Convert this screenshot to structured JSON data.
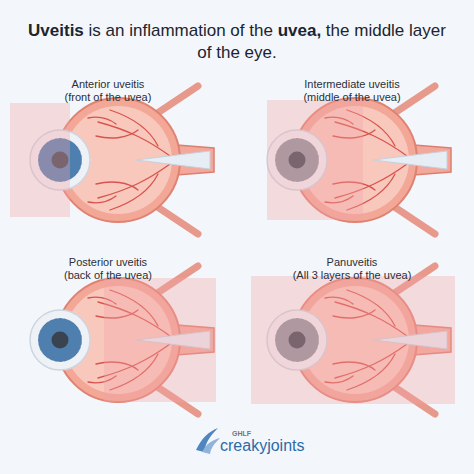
{
  "diagram": {
    "title": "Uveitis is an inflammation of the uvea, the middle layer of the eye.",
    "labels": [
      "Anterior uveitis",
      "(front of the uvea)",
      "Intermediate uveitis",
      "(middle of the uvea)",
      "Posterior uveitis",
      "(back of the uvea)",
      "Panuveitis",
      "(All 3 layers of the uvea)",
      "GHLF",
      "creakyjoints"
    ]
  }
}
